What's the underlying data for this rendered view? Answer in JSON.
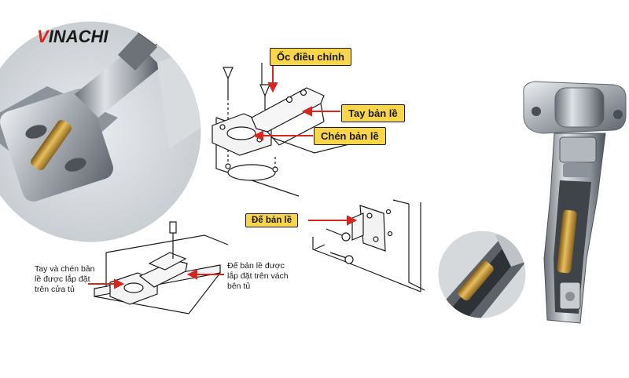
{
  "brand": {
    "logo_prefix": "V",
    "logo_rest": "INACHI"
  },
  "labels": {
    "oc_dieu_chinh": "Ốc điều chỉnh",
    "tay_ban_le": "Tay bản lề",
    "chen_ban_le": "Chén bản lề",
    "de_ban_le": "Đế bản lề"
  },
  "notes": {
    "left_line1": "Tay và chén bản",
    "left_line2": "lề được lắp đặt",
    "left_line3": "trên cửa tủ",
    "right_line1": "Đế bản lề được",
    "right_line2": "lắp đặt trên vách",
    "right_line3": "bên tủ"
  },
  "colors": {
    "callout_bg": "#f9d54a",
    "arrow": "#d7261e",
    "logo_accent": "#d7261e",
    "metal": "#b8bcc2",
    "brass": "#c9962e"
  }
}
